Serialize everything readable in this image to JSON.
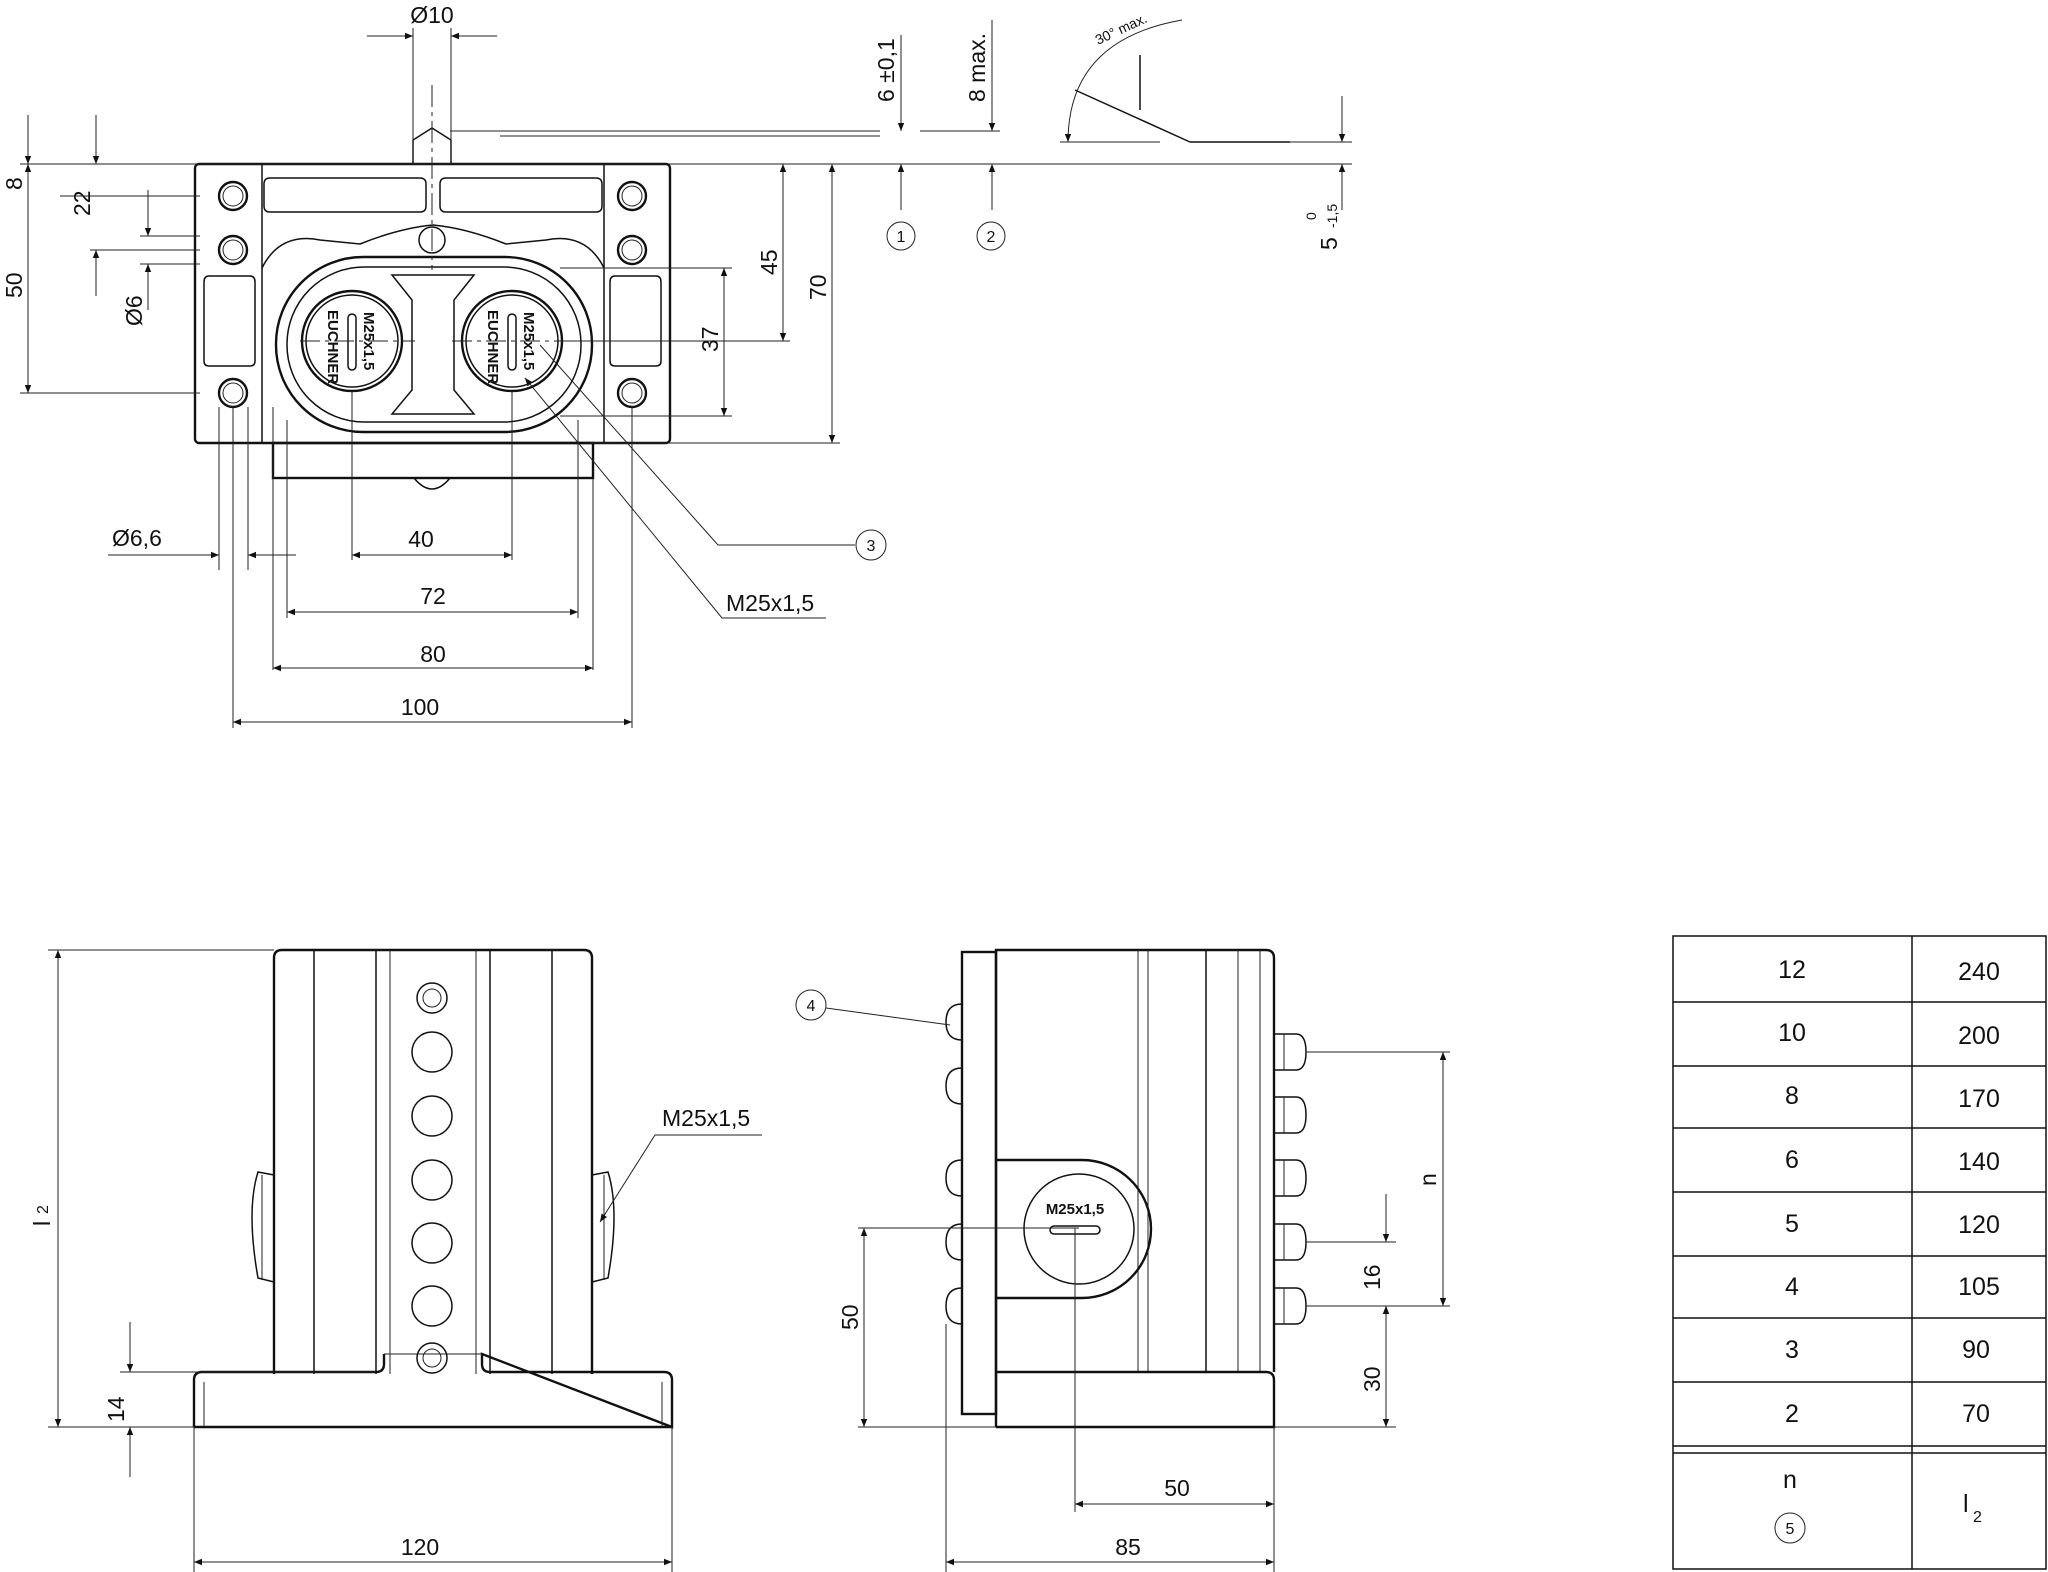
{
  "top_view": {
    "dims": {
      "pin_dia": "Ø10",
      "tol_1": "6 ±0,1",
      "tol_2": "8 max.",
      "angle": "30° max.",
      "over_tol_main": "5",
      "over_tol_upper": "0",
      "over_tol_lower": "-1,5",
      "d8": "8",
      "d22": "22",
      "d50": "50",
      "d6": "Ø6",
      "d45": "45",
      "d70": "70",
      "d37": "37",
      "hole": "Ø6,6",
      "d40": "40",
      "d72": "72",
      "d80": "80",
      "d100": "100",
      "thread": "M25x1,5"
    },
    "callouts": {
      "c1": "1",
      "c2": "2",
      "c3": "3"
    },
    "gland_marks": {
      "left": "M25x1,5",
      "right": "M25x1,5",
      "left_brand": "EUCHNER",
      "right_brand": "EUCHNER"
    }
  },
  "front_view": {
    "dims": {
      "l2": "l",
      "l2_sub": "2",
      "d14": "14",
      "d120": "120",
      "thread": "M25x1,5"
    }
  },
  "side_view": {
    "dims": {
      "d50v": "50",
      "d50h": "50",
      "d85": "85",
      "d16": "16",
      "d30": "30",
      "n": "n",
      "gland": "M25x1,5"
    },
    "callouts": {
      "c4": "4"
    }
  },
  "table": {
    "rows": [
      {
        "n": "12",
        "l2": "240"
      },
      {
        "n": "10",
        "l2": "200"
      },
      {
        "n": "8",
        "l2": "170"
      },
      {
        "n": "6",
        "l2": "140"
      },
      {
        "n": "5",
        "l2": "120"
      },
      {
        "n": "4",
        "l2": "105"
      },
      {
        "n": "3",
        "l2": "90"
      },
      {
        "n": "2",
        "l2": "70"
      }
    ],
    "header": {
      "n": "n",
      "callout": "5",
      "l2": "l",
      "l2_sub": "2"
    }
  }
}
